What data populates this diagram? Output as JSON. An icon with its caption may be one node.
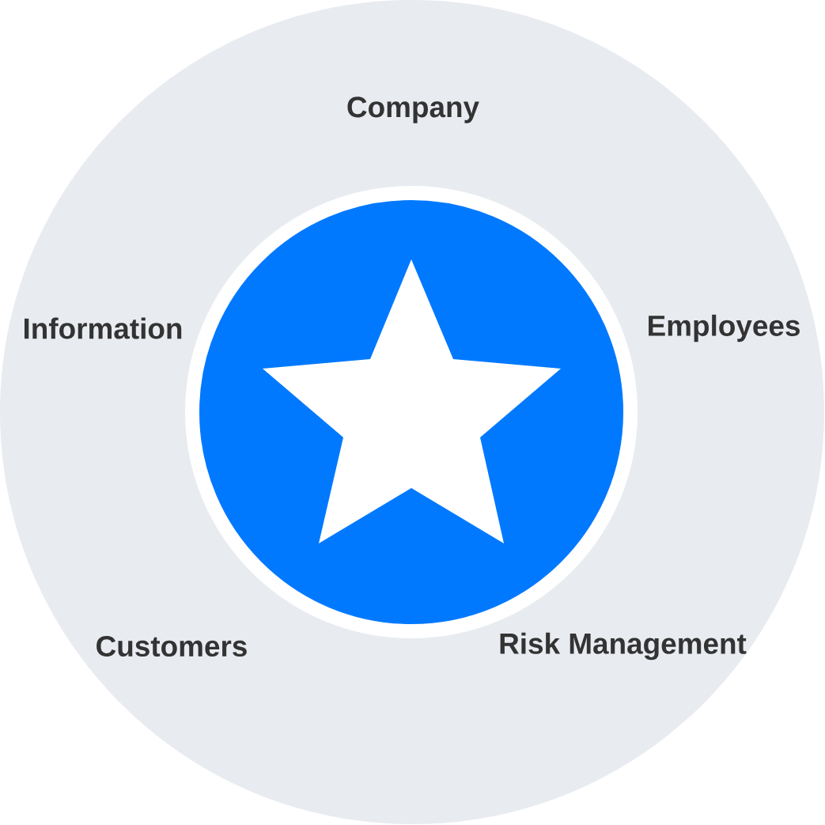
{
  "diagram": {
    "nodes": [
      {
        "text": [
          "Company",
          "Information",
          "Employees",
          "Customers",
          "Risk Management"
        ]
      },
      {
        "text": [],
        "shape": "circle",
        "in": 0
      }
    ]
  }
}
